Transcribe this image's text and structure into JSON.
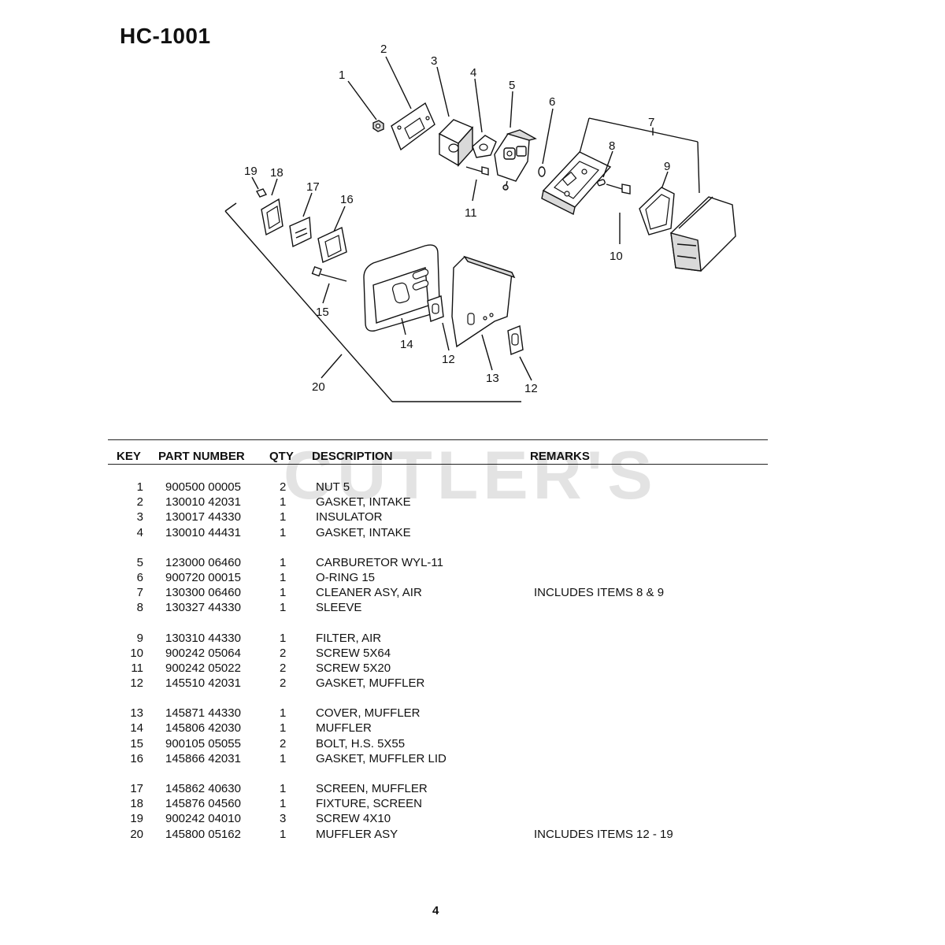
{
  "model_title": "HC-1001",
  "diagram": {
    "callouts": [
      "1",
      "2",
      "3",
      "4",
      "5",
      "6",
      "7",
      "8",
      "9",
      "10",
      "11",
      "19",
      "18",
      "17",
      "16",
      "15",
      "14",
      "12",
      "13",
      "12",
      "20"
    ]
  },
  "watermark": "CUTLER'S",
  "table": {
    "headers": {
      "key": "KEY",
      "part_number": "PART NUMBER",
      "qty": "QTY",
      "description": "DESCRIPTION",
      "remarks": "REMARKS"
    },
    "rows": [
      {
        "key": "1",
        "part_number": "900500 00005",
        "qty": "2",
        "description": "NUT  5",
        "remarks": ""
      },
      {
        "key": "2",
        "part_number": "130010 42031",
        "qty": "1",
        "description": "GASKET, INTAKE",
        "remarks": ""
      },
      {
        "key": "3",
        "part_number": "130017 44330",
        "qty": "1",
        "description": "INSULATOR",
        "remarks": ""
      },
      {
        "key": "4",
        "part_number": "130010 44431",
        "qty": "1",
        "description": "GASKET, INTAKE",
        "remarks": ""
      },
      {
        "key": "5",
        "part_number": "123000 06460",
        "qty": "1",
        "description": "CARBURETOR  WYL-11",
        "remarks": ""
      },
      {
        "key": "6",
        "part_number": "900720 00015",
        "qty": "1",
        "description": "O-RING  15",
        "remarks": ""
      },
      {
        "key": "7",
        "part_number": "130300 06460",
        "qty": "1",
        "description": "CLEANER ASY,  AIR",
        "remarks": "INCLUDES ITEMS 8 & 9"
      },
      {
        "key": "8",
        "part_number": "130327 44330",
        "qty": "1",
        "description": "SLEEVE",
        "remarks": ""
      },
      {
        "key": "9",
        "part_number": "130310 44330",
        "qty": "1",
        "description": "FILTER, AIR",
        "remarks": ""
      },
      {
        "key": "10",
        "part_number": "900242 05064",
        "qty": "2",
        "description": "SCREW  5X64",
        "remarks": ""
      },
      {
        "key": "11",
        "part_number": "900242 05022",
        "qty": "2",
        "description": "SCREW  5X20",
        "remarks": ""
      },
      {
        "key": "12",
        "part_number": "145510 42031",
        "qty": "2",
        "description": "GASKET, MUFFLER",
        "remarks": ""
      },
      {
        "key": "13",
        "part_number": "145871 44330",
        "qty": "1",
        "description": "COVER, MUFFLER",
        "remarks": ""
      },
      {
        "key": "14",
        "part_number": "145806 42030",
        "qty": "1",
        "description": "MUFFLER",
        "remarks": ""
      },
      {
        "key": "15",
        "part_number": "900105 05055",
        "qty": "2",
        "description": "BOLT, H.S.  5X55",
        "remarks": ""
      },
      {
        "key": "16",
        "part_number": "145866 42031",
        "qty": "1",
        "description": "GASKET, MUFFLER LID",
        "remarks": ""
      },
      {
        "key": "17",
        "part_number": "145862 40630",
        "qty": "1",
        "description": "SCREEN, MUFFLER",
        "remarks": ""
      },
      {
        "key": "18",
        "part_number": "145876 04560",
        "qty": "1",
        "description": "FIXTURE, SCREEN",
        "remarks": ""
      },
      {
        "key": "19",
        "part_number": "900242 04010",
        "qty": "3",
        "description": "SCREW  4X10",
        "remarks": ""
      },
      {
        "key": "20",
        "part_number": "145800 05162",
        "qty": "1",
        "description": "MUFFLER ASY",
        "remarks": "INCLUDES ITEMS 12 - 19"
      }
    ]
  },
  "page_number": "4"
}
